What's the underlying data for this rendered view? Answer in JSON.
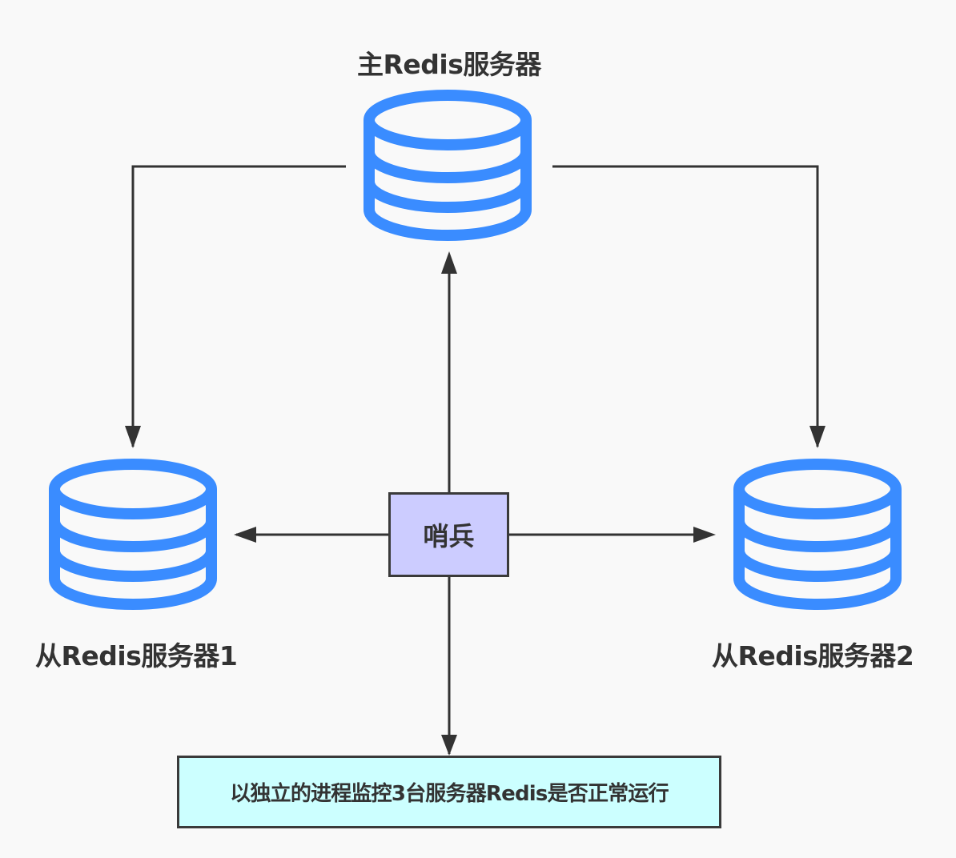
{
  "colors": {
    "background": "#f9f9f9",
    "db_icon": "#3a8cff",
    "connector": "#333333",
    "sentinel_fill": "#ccccff",
    "note_fill": "#ccffff",
    "text": "#333333"
  },
  "nodes": {
    "master": {
      "label": "主Redis服务器",
      "icon": "database-icon"
    },
    "slave1": {
      "label": "从Redis服务器1",
      "icon": "database-icon"
    },
    "slave2": {
      "label": "从Redis服务器2",
      "icon": "database-icon"
    },
    "sentinel": {
      "label": "哨兵"
    },
    "note": {
      "label": "以独立的进程监控3台服务器Redis是否正常运行"
    }
  },
  "edges": [
    {
      "from": "master",
      "to": "slave1",
      "style": "elbow"
    },
    {
      "from": "master",
      "to": "slave2",
      "style": "elbow"
    },
    {
      "from": "sentinel",
      "to": "master",
      "style": "straight"
    },
    {
      "from": "sentinel",
      "to": "slave1",
      "style": "straight"
    },
    {
      "from": "sentinel",
      "to": "slave2",
      "style": "straight"
    },
    {
      "from": "sentinel",
      "to": "note",
      "style": "straight"
    }
  ]
}
